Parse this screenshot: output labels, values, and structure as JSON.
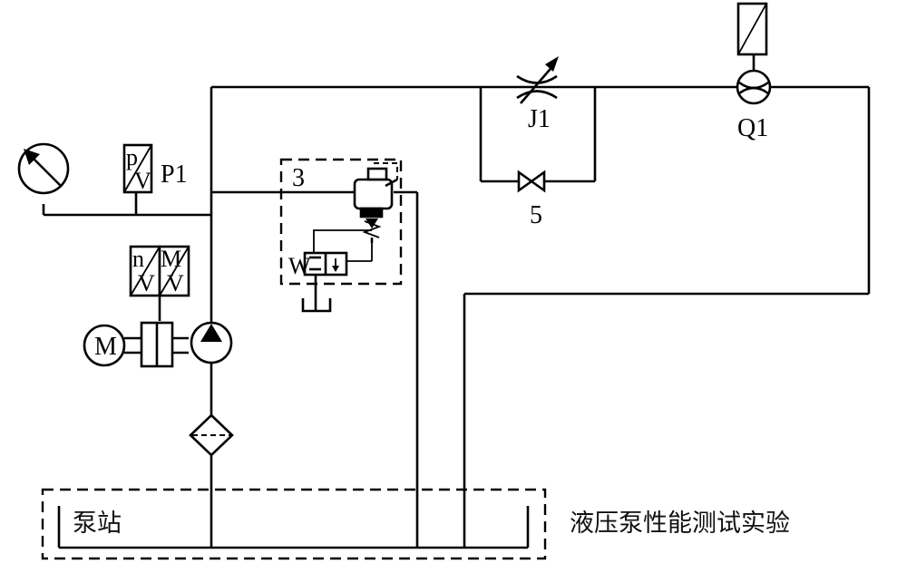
{
  "labels": {
    "pressure_sensor": "P1",
    "pressure_sensor_symbol": "p",
    "speed_torque_symbol_n": "n",
    "speed_torque_symbol_m": "M",
    "motor": "M",
    "relief_valve_number": "3",
    "throttle_valve": "J1",
    "stop_valve_number": "5",
    "flowmeter": "Q1",
    "pump_station": "泵站",
    "experiment_title": "液压泵性能测试实验"
  }
}
